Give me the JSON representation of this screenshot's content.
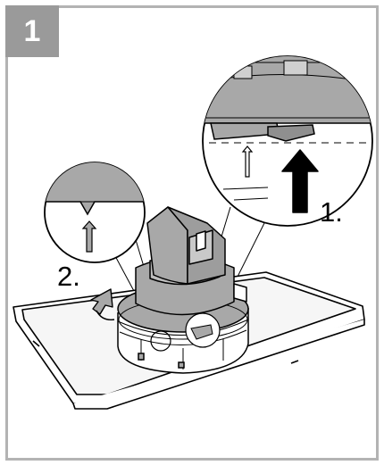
{
  "figure": {
    "step_number": "1",
    "step_labels": [
      "1.",
      "2."
    ]
  },
  "colors": {
    "frame_gray": "#b3b3b3",
    "badge_gray": "#9a9a9a",
    "part_gray": "#a8a8a8",
    "light_gray": "#d9d9d9",
    "outline": "#000000"
  },
  "icons": [
    "push-up-arrow-icon",
    "rotate-arrow-icon",
    "detail-up-arrow-icon"
  ]
}
